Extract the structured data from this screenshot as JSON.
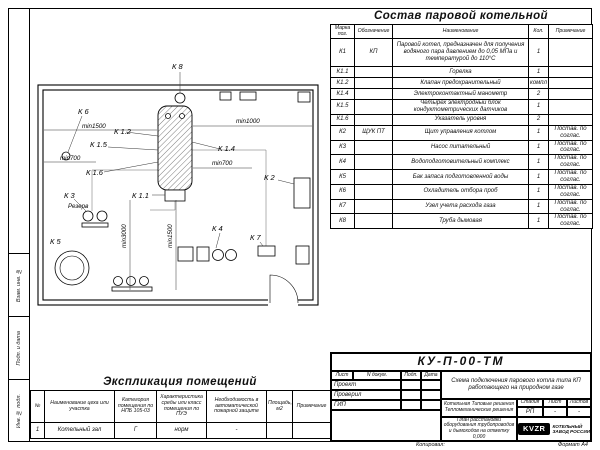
{
  "frame_labels": [
    "Взам. инв. №",
    "Подп. и дата",
    "Инв. № подл."
  ],
  "plan": {
    "labels": {
      "k8": "К 8",
      "k6": "К 6",
      "k12": "К 1.2",
      "k15": "К 1.5",
      "k16": "К 1.6",
      "k14": "К 1.4",
      "k2": "К 2",
      "k3": "К 3",
      "k11": "К 1.1",
      "k5": "К 5",
      "k4": "К 4",
      "k7": "К 7",
      "reserve": "Резерв"
    },
    "dims": {
      "left_1500": "min1500",
      "left_700": "min700",
      "right_1000": "min1000",
      "right_700": "min700",
      "vert_3000": "min3000",
      "vert_1500": "min1500"
    }
  },
  "equipment_table": {
    "title": "Состав паровой котельной",
    "headers": [
      "Марка поз.",
      "Обозначение",
      "Наименование",
      "Кол.",
      "Примечание"
    ],
    "rows": [
      {
        "mark": "К1",
        "code": "КП",
        "name": "Паровой котел, предназначен для получения водяного пара давлением до 0,05 МПа и температурой до 110°С",
        "qty": "1",
        "note": ""
      },
      {
        "mark": "К1.1",
        "code": "",
        "name": "Горелка",
        "qty": "1",
        "note": ""
      },
      {
        "mark": "К1.2",
        "code": "",
        "name": "Клапан предохранительный",
        "qty": "компл",
        "note": ""
      },
      {
        "mark": "К1.4",
        "code": "",
        "name": "Электроконтактный манометр",
        "qty": "2",
        "note": ""
      },
      {
        "mark": "К1.5",
        "code": "",
        "name": "Четырех электродный блок кондуктометрических датчиков",
        "qty": "1",
        "note": ""
      },
      {
        "mark": "К1.6",
        "code": "",
        "name": "Указатель уровня",
        "qty": "2",
        "note": ""
      },
      {
        "mark": "К2",
        "code": "ЩУК ПТ",
        "name": "Щит управления котлом",
        "qty": "1",
        "note": "Постав. по соглас."
      },
      {
        "mark": "К3",
        "code": "",
        "name": "Насос питательный",
        "qty": "1",
        "note": "Постав. по соглас."
      },
      {
        "mark": "К4",
        "code": "",
        "name": "Водоподготовительный комплекс",
        "qty": "1",
        "note": "Постав. по соглас."
      },
      {
        "mark": "К5",
        "code": "",
        "name": "Бак запаса подготовленной воды",
        "qty": "1",
        "note": "Постав. по соглас."
      },
      {
        "mark": "К6",
        "code": "",
        "name": "Охладитель отбора проб",
        "qty": "1",
        "note": "Постав. по соглас."
      },
      {
        "mark": "К7",
        "code": "",
        "name": "Узел учета расхода газа",
        "qty": "1",
        "note": "Постав. по соглас."
      },
      {
        "mark": "К8",
        "code": "",
        "name": "Труба дымовая",
        "qty": "1",
        "note": "Постав. по соглас."
      }
    ]
  },
  "explication_table": {
    "title": "Экспликация помещений",
    "headers": [
      "№",
      "Наименование цеха или участка",
      "Категория помещения по НПБ 105-03",
      "Характеристика среды или класс помещения по ПУЭ",
      "Необходимость в автоматической пожарной защите",
      "Площадь, м2",
      "Примечание"
    ],
    "row": {
      "num": "1",
      "name": "Котельный зал",
      "npb": "Г",
      "pue": "норм",
      "fire": "-",
      "area": "",
      "note": ""
    }
  },
  "title_block": {
    "doc_number": "КУ-П-00-ТМ",
    "cols": [
      "Лист",
      "N докум.",
      "Подп.",
      "Дата"
    ],
    "rows": [
      "Проект",
      "Проверил",
      "ГИП"
    ],
    "subject": "Схема подключения парового котла типа КП работающего на природном газе",
    "object_line1": "Котельная Типовые решения",
    "object_line2": "Тепломеханические решения",
    "stage": {
      "label": "Стадия",
      "value": "РП"
    },
    "sheet": {
      "label": "Лист",
      "value": "-"
    },
    "sheets": {
      "label": "Листов",
      "value": "-"
    },
    "sheet_title": "План расстановки оборудования трубопроводов и дымоходов на отметку 0,000",
    "logo": "KVZR",
    "company_line1": "КОТЕЛЬНЫЙ",
    "company_line2": "ЗАВОД РОССИИ",
    "copied": "Копировал:",
    "format": "Формат А4"
  }
}
